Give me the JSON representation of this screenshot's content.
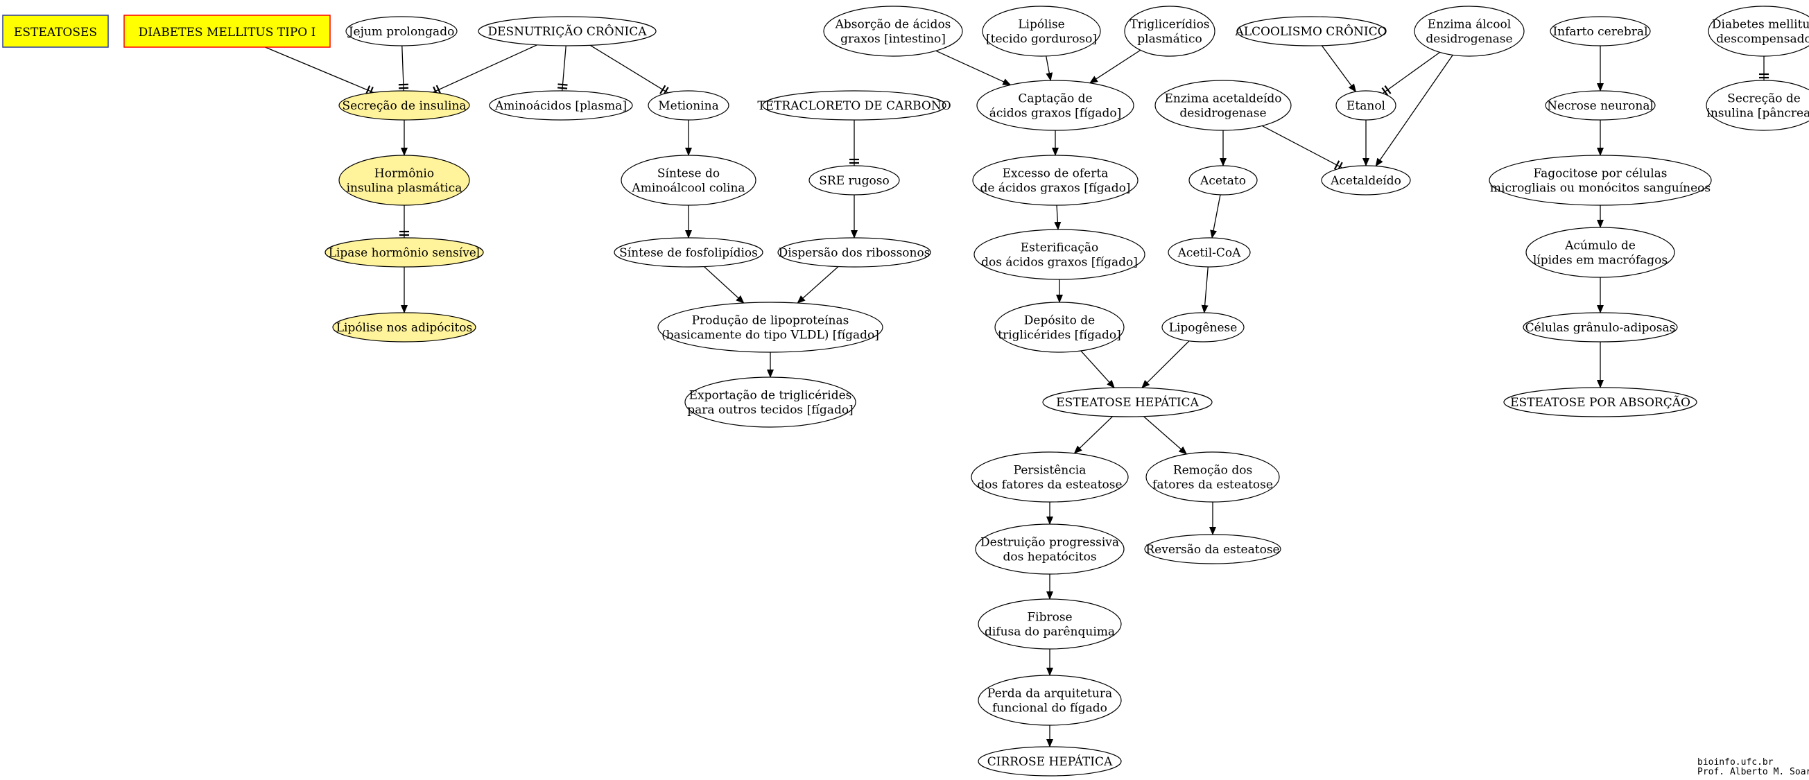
{
  "diagram": {
    "headers": [
      {
        "id": "esteatoses",
        "text": "ESTEATOSES",
        "fill": "#ffff00",
        "border": "#2b3f99",
        "text_color": "#ff0000"
      },
      {
        "id": "diabetes-tipo1",
        "text": "DIABETES MELLITUS TIPO I",
        "fill": "#ffff00",
        "border": "#ff0000",
        "text_color": "#000000"
      }
    ],
    "nodes": [
      {
        "id": "jejum",
        "lines": [
          "Jejum prolongado"
        ]
      },
      {
        "id": "desnutricao",
        "lines": [
          "DESNUTRIÇÃO CRÔNICA"
        ]
      },
      {
        "id": "secrecao-insulina",
        "lines": [
          "Secreção de insulina"
        ],
        "highlight": true
      },
      {
        "id": "aminoacidos",
        "lines": [
          "Aminoácidos [plasma]"
        ]
      },
      {
        "id": "metionina",
        "lines": [
          "Metionina"
        ]
      },
      {
        "id": "hormonio-insulina",
        "lines": [
          "Hormônio",
          "insulina plasmática"
        ],
        "highlight": true
      },
      {
        "id": "lipase",
        "lines": [
          "Lipase hormônio sensível"
        ],
        "highlight": true
      },
      {
        "id": "lipolise-adipocitos",
        "lines": [
          "Lipólise nos adipócitos"
        ],
        "highlight": true
      },
      {
        "id": "tetracloreto",
        "lines": [
          "TETRACLORETO DE CARBONO"
        ]
      },
      {
        "id": "sintese-colina",
        "lines": [
          "Síntese do",
          "Aminoálcool colina"
        ]
      },
      {
        "id": "sre-rugoso",
        "lines": [
          "SRE rugoso"
        ]
      },
      {
        "id": "sintese-fosfolipidios",
        "lines": [
          "Síntese de fosfolipídios"
        ]
      },
      {
        "id": "dispersao-ribossonos",
        "lines": [
          "Dispersão dos ribossonos"
        ]
      },
      {
        "id": "producao-lipoproteinas",
        "lines": [
          "Produção de lipoproteínas",
          "(basicamente do tipo VLDL) [fígado]"
        ]
      },
      {
        "id": "exportacao-trigliceridios",
        "lines": [
          "Exportação de triglicérides",
          "para outros tecidos [fígado]"
        ]
      },
      {
        "id": "absorcao-acidos",
        "lines": [
          "Absorção de ácidos",
          "graxos [intestino]"
        ]
      },
      {
        "id": "lipolise-tecido",
        "lines": [
          "Lipólise",
          "[tecido gorduroso]"
        ]
      },
      {
        "id": "trigliceridios-plasmatico",
        "lines": [
          "Triglicerídios",
          "plasmático"
        ]
      },
      {
        "id": "captacao-acidos",
        "lines": [
          "Captação de",
          "ácidos graxos [fígado]"
        ]
      },
      {
        "id": "excesso-oferta",
        "lines": [
          "Excesso de oferta",
          "de ácidos graxos [fígado]"
        ]
      },
      {
        "id": "esterificacao",
        "lines": [
          "Esterificação",
          "dos ácidos graxos [fígado]"
        ]
      },
      {
        "id": "deposito-trigliceridios",
        "lines": [
          "Depósito de",
          "triglicérides [fígado]"
        ]
      },
      {
        "id": "alcoolismo",
        "lines": [
          "ALCOOLISMO CRÔNICO"
        ]
      },
      {
        "id": "enzima-alcool",
        "lines": [
          "Enzima álcool",
          "desidrogenase"
        ]
      },
      {
        "id": "enzima-acetaldeido",
        "lines": [
          "Enzima acetaldeído",
          "desidrogenase"
        ]
      },
      {
        "id": "etanol",
        "lines": [
          "Etanol"
        ]
      },
      {
        "id": "acetato",
        "lines": [
          "Acetato"
        ]
      },
      {
        "id": "acetaldeido",
        "lines": [
          "Acetaldeído"
        ]
      },
      {
        "id": "acetil-coa",
        "lines": [
          "Acetil-CoA"
        ]
      },
      {
        "id": "lipogenese",
        "lines": [
          "Lipogênese"
        ]
      },
      {
        "id": "esteatose-hepatica",
        "lines": [
          "ESTEATOSE HEPÁTICA"
        ]
      },
      {
        "id": "persistencia",
        "lines": [
          "Persistência",
          "dos fatores da esteatose"
        ]
      },
      {
        "id": "remocao",
        "lines": [
          "Remoção dos",
          "fatores da esteatose"
        ]
      },
      {
        "id": "destruicao",
        "lines": [
          "Destruição progressiva",
          "dos hepatócitos"
        ]
      },
      {
        "id": "reversao",
        "lines": [
          "Reversão da esteatose"
        ]
      },
      {
        "id": "fibrose",
        "lines": [
          "Fibrose",
          "difusa do parênquima"
        ]
      },
      {
        "id": "perda-arquitetura",
        "lines": [
          "Perda da arquitetura",
          "funcional do fígado"
        ]
      },
      {
        "id": "cirrose",
        "lines": [
          "CIRROSE HEPÁTICA"
        ]
      },
      {
        "id": "infarto",
        "lines": [
          "Infarto cerebral"
        ]
      },
      {
        "id": "diabetes-descompensado",
        "lines": [
          "Diabetes mellitus",
          "descompensado"
        ]
      },
      {
        "id": "necrose",
        "lines": [
          "Necrose neuronal"
        ]
      },
      {
        "id": "secrecao-pancreas",
        "lines": [
          "Secreção de",
          "insulina [pâncreas]"
        ]
      },
      {
        "id": "fagocitose",
        "lines": [
          "Fagocitose por células",
          "microgliais ou monócitos sanguíneos"
        ]
      },
      {
        "id": "acumulo-lipides",
        "lines": [
          "Acúmulo de",
          "lípides em macrófagos"
        ]
      },
      {
        "id": "celulas-granulo",
        "lines": [
          "Células grânulo-adiposas"
        ]
      },
      {
        "id": "esteatose-absorcao",
        "lines": [
          "ESTEATOSE POR ABSORÇÃO"
        ]
      }
    ],
    "edges": [
      {
        "from": "diabetes-tipo1",
        "to": "secrecao-insulina",
        "type": "inhibit2"
      },
      {
        "from": "jejum",
        "to": "secrecao-insulina",
        "type": "inhibit1"
      },
      {
        "from": "desnutricao",
        "to": "secrecao-insulina",
        "type": "inhibit2"
      },
      {
        "from": "desnutricao",
        "to": "aminoacidos",
        "type": "inhibit1"
      },
      {
        "from": "desnutricao",
        "to": "metionina",
        "type": "inhibit2"
      },
      {
        "from": "secrecao-insulina",
        "to": "hormonio-insulina",
        "type": "arrow"
      },
      {
        "from": "hormonio-insulina",
        "to": "lipase",
        "type": "inhibit1"
      },
      {
        "from": "lipase",
        "to": "lipolise-adipocitos",
        "type": "arrow"
      },
      {
        "from": "metionina",
        "to": "sintese-colina",
        "type": "arrow"
      },
      {
        "from": "tetracloreto",
        "to": "sre-rugoso",
        "type": "inhibit1"
      },
      {
        "from": "sintese-colina",
        "to": "sintese-fosfolipidios",
        "type": "arrow"
      },
      {
        "from": "sre-rugoso",
        "to": "dispersao-ribossonos",
        "type": "arrow"
      },
      {
        "from": "sintese-fosfolipidios",
        "to": "producao-lipoproteinas",
        "type": "arrow"
      },
      {
        "from": "dispersao-ribossonos",
        "to": "producao-lipoproteinas",
        "type": "arrow"
      },
      {
        "from": "producao-lipoproteinas",
        "to": "exportacao-trigliceridios",
        "type": "arrow"
      },
      {
        "from": "absorcao-acidos",
        "to": "captacao-acidos",
        "type": "arrow"
      },
      {
        "from": "lipolise-tecido",
        "to": "captacao-acidos",
        "type": "arrow"
      },
      {
        "from": "trigliceridios-plasmatico",
        "to": "captacao-acidos",
        "type": "arrow"
      },
      {
        "from": "captacao-acidos",
        "to": "excesso-oferta",
        "type": "arrow"
      },
      {
        "from": "excesso-oferta",
        "to": "esterificacao",
        "type": "arrow"
      },
      {
        "from": "esterificacao",
        "to": "deposito-trigliceridios",
        "type": "arrow"
      },
      {
        "from": "deposito-trigliceridios",
        "to": "esteatose-hepatica",
        "type": "arrow"
      },
      {
        "from": "alcoolismo",
        "to": "etanol",
        "type": "arrow"
      },
      {
        "from": "enzima-alcool",
        "to": "etanol",
        "type": "inhibit2"
      },
      {
        "from": "enzima-alcool",
        "to": "acetaldeido",
        "type": "arrow"
      },
      {
        "from": "etanol",
        "to": "acetaldeido",
        "type": "arrow"
      },
      {
        "from": "enzima-acetaldeido",
        "to": "acetato",
        "type": "arrow"
      },
      {
        "from": "enzima-acetaldeido",
        "to": "acetaldeido",
        "type": "inhibit2"
      },
      {
        "from": "acetato",
        "to": "acetil-coa",
        "type": "arrow"
      },
      {
        "from": "acetil-coa",
        "to": "lipogenese",
        "type": "arrow"
      },
      {
        "from": "lipogenese",
        "to": "esteatose-hepatica",
        "type": "arrow"
      },
      {
        "from": "esteatose-hepatica",
        "to": "persistencia",
        "type": "arrow"
      },
      {
        "from": "esteatose-hepatica",
        "to": "remocao",
        "type": "arrow"
      },
      {
        "from": "persistencia",
        "to": "destruicao",
        "type": "arrow"
      },
      {
        "from": "remocao",
        "to": "reversao",
        "type": "arrow"
      },
      {
        "from": "destruicao",
        "to": "fibrose",
        "type": "arrow"
      },
      {
        "from": "fibrose",
        "to": "perda-arquitetura",
        "type": "arrow"
      },
      {
        "from": "perda-arquitetura",
        "to": "cirrose",
        "type": "arrow"
      },
      {
        "from": "infarto",
        "to": "necrose",
        "type": "arrow"
      },
      {
        "from": "diabetes-descompensado",
        "to": "secrecao-pancreas",
        "type": "inhibit1"
      },
      {
        "from": "necrose",
        "to": "fagocitose",
        "type": "arrow"
      },
      {
        "from": "fagocitose",
        "to": "acumulo-lipides",
        "type": "arrow"
      },
      {
        "from": "acumulo-lipides",
        "to": "celulas-granulo",
        "type": "arrow"
      },
      {
        "from": "celulas-granulo",
        "to": "esteatose-absorcao",
        "type": "arrow"
      }
    ],
    "colors": {
      "highlight_fill": "#fff39c",
      "node_fill": "#ffffff",
      "stroke": "#000000"
    },
    "footer": {
      "line1": "bioinfo.ufc.br",
      "line2": "Prof. Alberto M. Soares"
    }
  }
}
